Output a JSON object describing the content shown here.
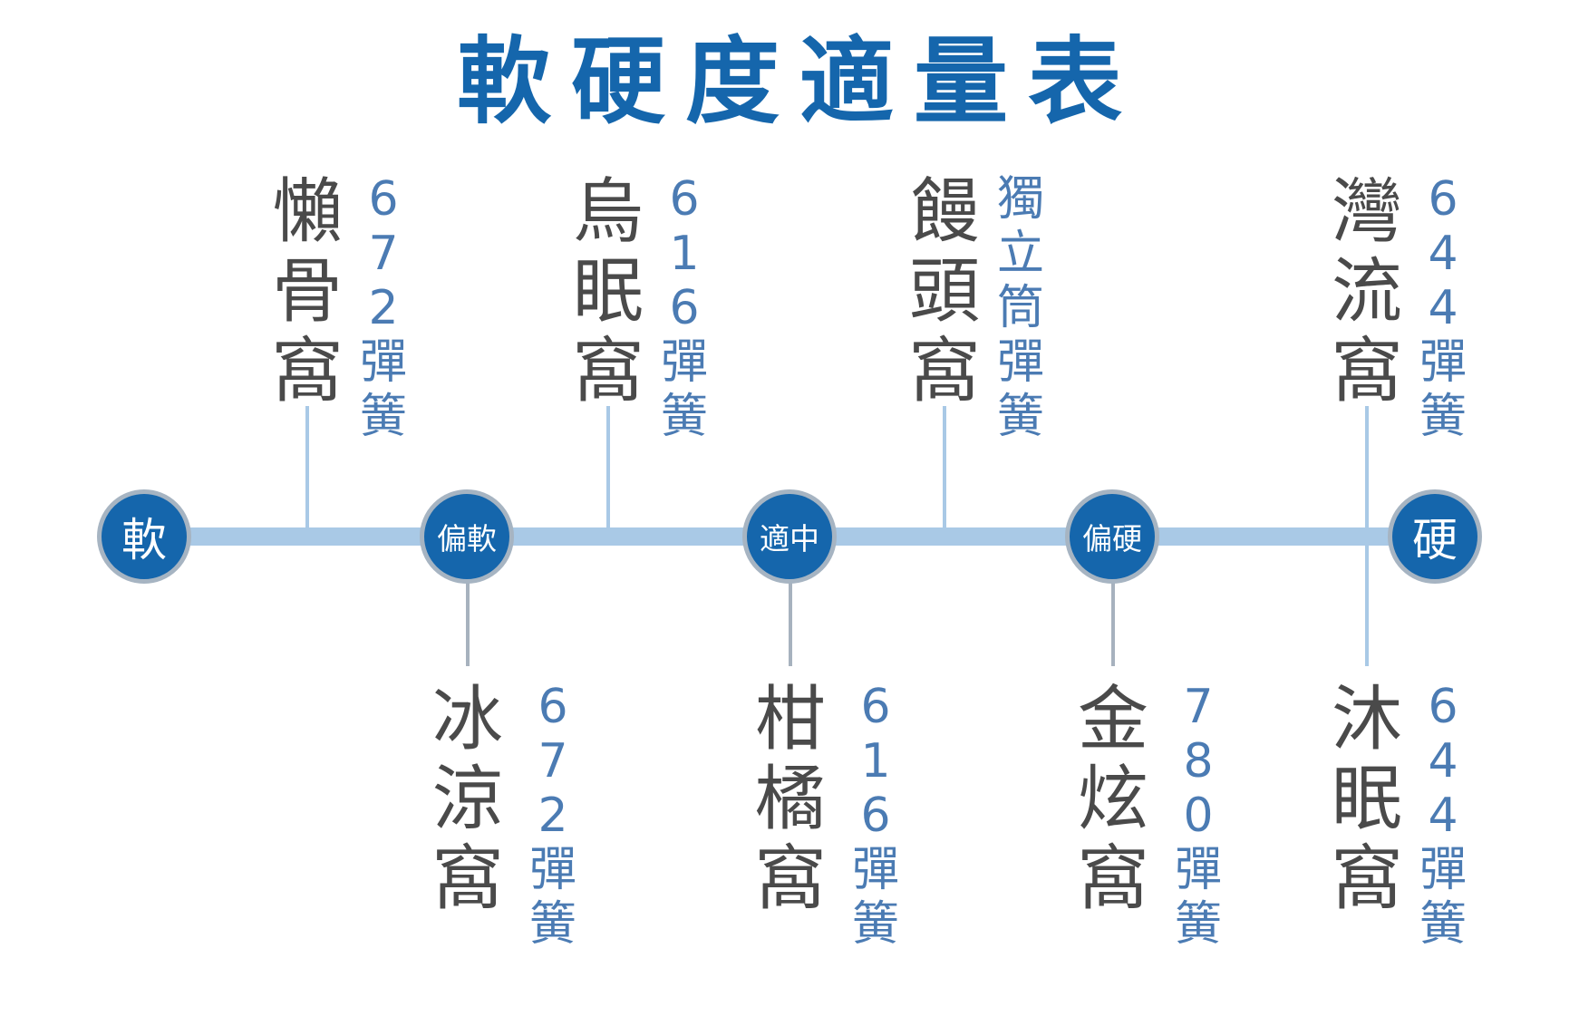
{
  "title": "軟硬度適量表",
  "scale": [
    {
      "id": "soft",
      "label": "軟"
    },
    {
      "id": "semi-soft",
      "label": "偏軟"
    },
    {
      "id": "medium",
      "label": "適中"
    },
    {
      "id": "semi-hard",
      "label": "偏硬"
    },
    {
      "id": "hard",
      "label": "硬"
    }
  ],
  "products": [
    {
      "position": "top",
      "name": "懶骨窩",
      "spec": "672彈簧"
    },
    {
      "position": "top",
      "name": "烏眠窩",
      "spec": "616彈簧"
    },
    {
      "position": "top",
      "name": "饅頭窩",
      "spec": "獨立筒彈簧"
    },
    {
      "position": "top",
      "name": "灣流窩",
      "spec": "644彈簧"
    },
    {
      "position": "bottom",
      "name": "冰涼窩",
      "spec": "672彈簧"
    },
    {
      "position": "bottom",
      "name": "柑橘窩",
      "spec": "616彈簧"
    },
    {
      "position": "bottom",
      "name": "金炫窩",
      "spec": "780彈簧"
    },
    {
      "position": "bottom",
      "name": "沐眠窩",
      "spec": "644彈簧"
    }
  ]
}
